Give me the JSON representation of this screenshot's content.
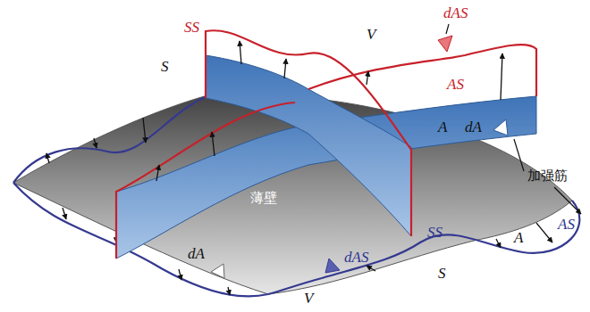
{
  "diagram": {
    "labels": [
      "SS",
      "dAS",
      "S",
      "V",
      "AS",
      "A",
      "dA",
      "加强筋",
      "薄壁",
      "AS",
      "SS",
      "A",
      "S",
      "dA",
      "dAS",
      "V"
    ]
  }
}
